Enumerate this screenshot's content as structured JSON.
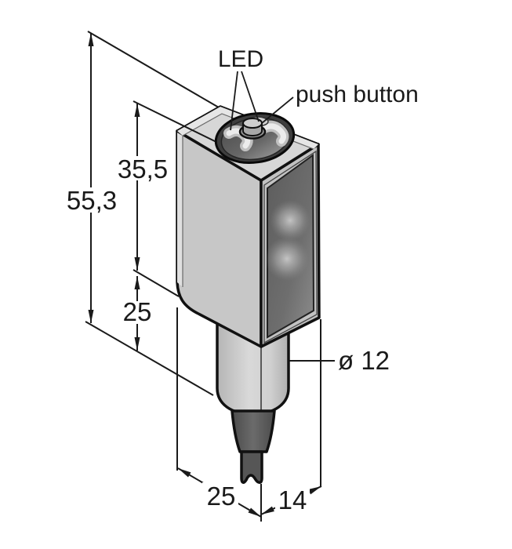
{
  "figure": {
    "kind": "isometric-sensor-dimension-drawing",
    "background": "#ffffff"
  },
  "callouts": {
    "led": "LED",
    "push_button": "push button"
  },
  "dimensions": {
    "overall_height": "55,3",
    "upper_section_height": "35,5",
    "lower_section_height": "25",
    "barrel_diameter": "ø 12",
    "base_width": "25",
    "base_depth": "14"
  },
  "colors": {
    "outline": "#111111",
    "dimension_line": "#1a1a1a",
    "body_side": "#c7c7c7",
    "body_top": "#d7d7d7",
    "chamfer_band": "#e6e6e6",
    "window_frame": "#c2c2c2",
    "window_dark": "#6a6a6a",
    "disc_dark": "#3e3e3e",
    "led_window_light": "#e8e8e8",
    "stem_gray": "#cccccc",
    "cable_dark": "#555555"
  }
}
